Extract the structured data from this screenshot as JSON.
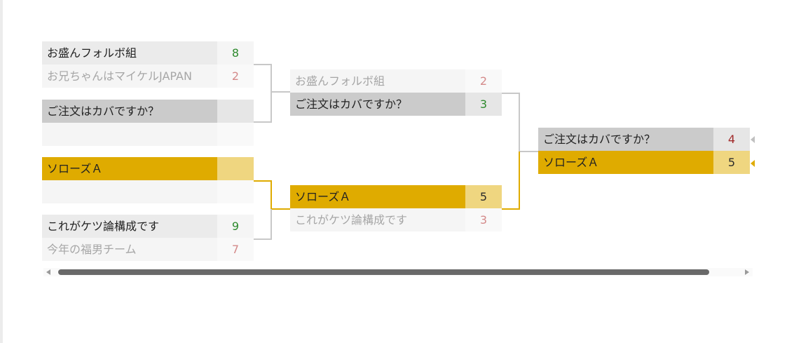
{
  "bracket": {
    "round1": [
      {
        "teams": [
          {
            "name": "お盛んフォルボ組",
            "score": "8"
          },
          {
            "name": "お兄ちゃんはマイケルJAPAN",
            "score": "2"
          }
        ]
      },
      {
        "teams": [
          {
            "name": "ご注文はカバですか？",
            "score": ""
          },
          {
            "name": "",
            "score": ""
          }
        ]
      },
      {
        "teams": [
          {
            "name": "ソローズＡ",
            "score": ""
          },
          {
            "name": "",
            "score": ""
          }
        ]
      },
      {
        "teams": [
          {
            "name": "これがケツ論構成です",
            "score": "9"
          },
          {
            "name": "今年の福男チーム",
            "score": "7"
          }
        ]
      }
    ],
    "round2": [
      {
        "teams": [
          {
            "name": "お盛んフォルボ組",
            "score": "2"
          },
          {
            "name": "ご注文はカバですか？",
            "score": "3"
          }
        ]
      },
      {
        "teams": [
          {
            "name": "ソローズＡ",
            "score": "5"
          },
          {
            "name": "これがケツ論構成です",
            "score": "3"
          }
        ]
      }
    ],
    "final": [
      {
        "teams": [
          {
            "name": "ご注文はカバですか？",
            "score": "4"
          },
          {
            "name": "ソローズＡ",
            "score": "5"
          }
        ]
      }
    ]
  },
  "colors": {
    "highlight": "#dfab00",
    "connector": "#c8c8c8"
  }
}
